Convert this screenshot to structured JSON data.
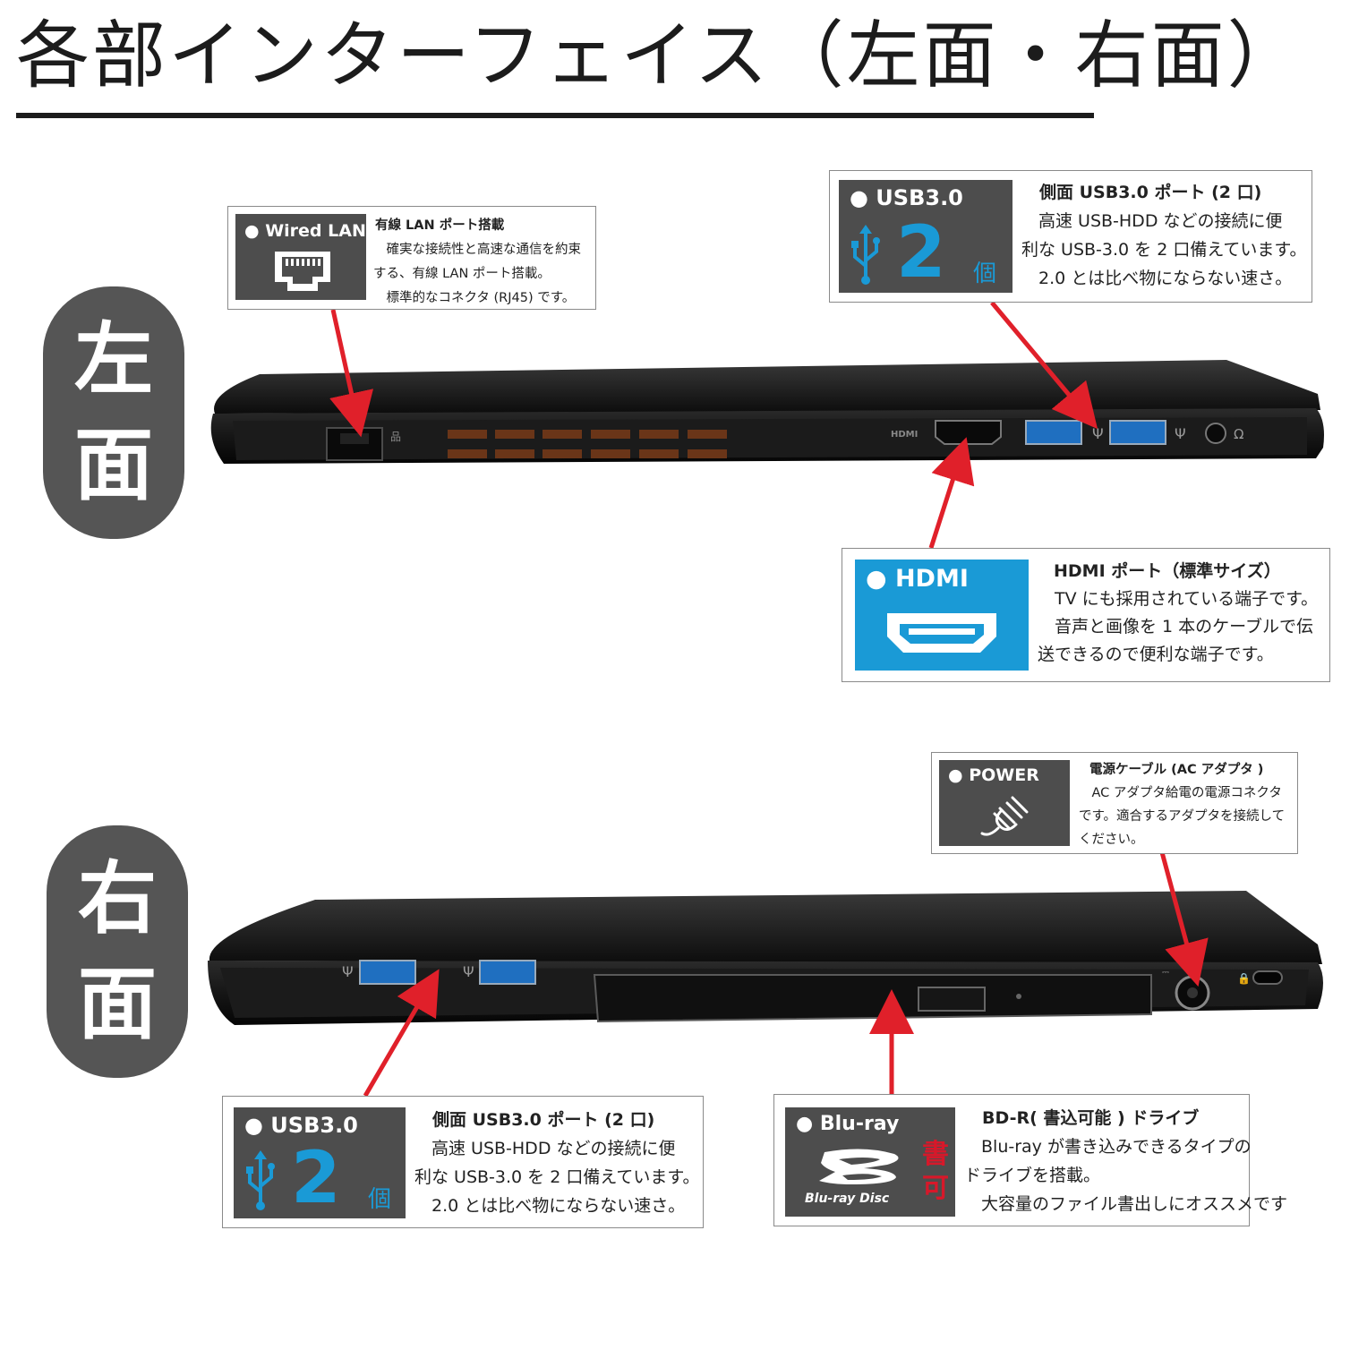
{
  "title": "各部インターフェイス（左面・右面）",
  "sides": {
    "left": [
      "左",
      "面"
    ],
    "right": [
      "右",
      "面"
    ]
  },
  "callouts": {
    "lan": {
      "badge": "● Wired LAN",
      "heading": "有線 LAN ポート搭載",
      "lines": [
        "　確実な接続性と高速な通信を約束",
        "する、有線 LAN ポート搭載。",
        "　標準的なコネクタ (RJ45) です。"
      ]
    },
    "usb_left": {
      "badge": "● USB3.0",
      "count": "2",
      "unit": "個",
      "heading": "側面 USB3.0 ポート (2 口)",
      "lines": [
        "　高速 USB-HDD などの接続に便",
        "利な USB-3.0 を 2 口備えています。",
        "　2.0 とは比べ物にならない速さ。"
      ]
    },
    "hdmi": {
      "badge": "● HDMI",
      "heading": "HDMI ポート（標準サイズ）",
      "lines": [
        "　TV にも採用されている端子です。",
        "　音声と画像を 1 本のケーブルで伝",
        "送できるので便利な端子です。"
      ]
    },
    "power": {
      "badge": "● POWER",
      "heading": "電源ケーブル (AC アダプタ )",
      "lines": [
        "　AC アダプタ給電の電源コネクタ",
        "です。適合するアダプタを接続して",
        "ください。"
      ]
    },
    "usb_right": {
      "badge": "● USB3.0",
      "count": "2",
      "unit": "個",
      "heading": "側面 USB3.0 ポート (2 口)",
      "lines": [
        "　高速 USB-HDD などの接続に便",
        "利な USB-3.0 を 2 口備えています。",
        "　2.0 とは比べ物にならない速さ。"
      ]
    },
    "bluray": {
      "badge": "● Blu-ray",
      "logo_text": "Blu-ray Disc",
      "stamp": [
        "書",
        "可"
      ],
      "heading": "BD-R( 書込可能 ) ドライブ",
      "lines": [
        "　Blu-ray が書き込みできるタイプの",
        "ドライブを搭載。",
        "　大容量のファイル書出しにオススメです"
      ]
    }
  },
  "port_labels": {
    "hdmi": "HDMI"
  },
  "colors": {
    "badge_gray": "#4d4d4d",
    "badge_blue": "#1a9ad6",
    "accent_blue": "#1a9ad6",
    "arrow_red": "#e0202a",
    "stamp_red": "#d7182a"
  }
}
